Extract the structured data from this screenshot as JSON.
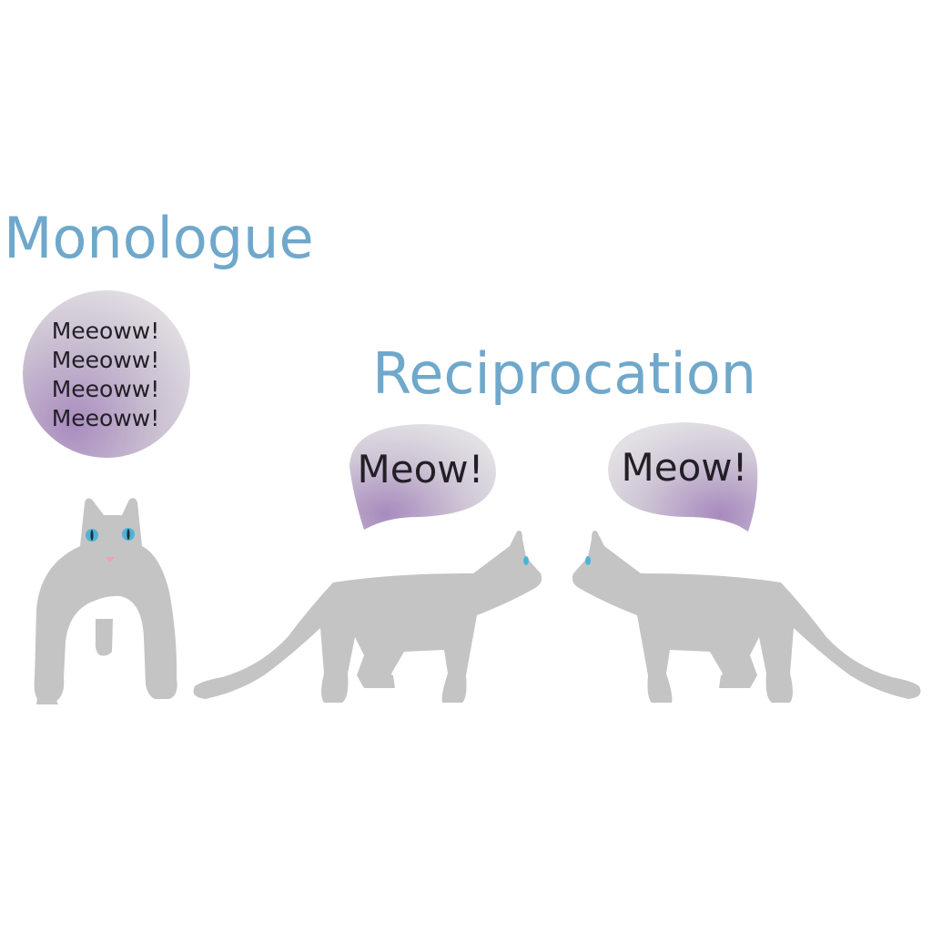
{
  "monologue": {
    "title": "Monologue",
    "speech_lines": [
      "Meeoww!",
      "Meeoww!",
      "Meeoww!",
      "Meeoww!"
    ]
  },
  "reciprocation": {
    "title": "Reciprocation",
    "left_speech": "Meow!",
    "right_speech": "Meow!"
  },
  "colors": {
    "title": "#6fa8cb",
    "cat": "#c4c4c4",
    "bubble_light": "#dcd8de",
    "bubble_dark": "#a98cbf",
    "eye": "#4fb3d9",
    "nose": "#f2a0ae"
  }
}
